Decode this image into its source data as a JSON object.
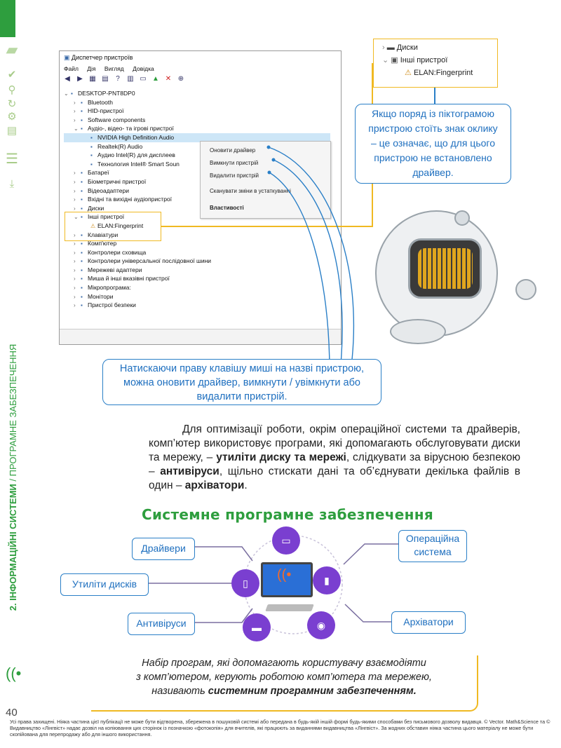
{
  "sidebar": {
    "section_number": "2.",
    "section_bold": "ІНФОРМАЦІЙНІ СИСТЕМИ",
    "section_rest": "/ ПРОГРАМНЕ ЗАБЕЗПЕЧЕННЯ",
    "page_number": "40"
  },
  "window": {
    "title": "Диспетчер пристроїв",
    "menu": [
      "Файл",
      "Дія",
      "Вигляд",
      "Довідка"
    ],
    "tree": [
      {
        "label": "DESKTOP-PNT8DP0",
        "level": 0,
        "arrow": "v"
      },
      {
        "label": "Bluetooth",
        "level": 1,
        "arrow": ">"
      },
      {
        "label": "HID-пристрої",
        "level": 1,
        "arrow": ">"
      },
      {
        "label": "Software components",
        "level": 1,
        "arrow": ">"
      },
      {
        "label": "Аудіо-, відео- та ігрові пристрої",
        "level": 1,
        "arrow": "v"
      },
      {
        "label": "NVIDIA High Definition Audio",
        "level": 2,
        "arrow": "",
        "selected": true
      },
      {
        "label": "Realtek(R) Audio",
        "level": 2,
        "arrow": ""
      },
      {
        "label": "Аудио Intel(R) для дисплеев",
        "level": 2,
        "arrow": ""
      },
      {
        "label": "Технология Intel® Smart Soun",
        "level": 2,
        "arrow": ""
      },
      {
        "label": "Батареї",
        "level": 1,
        "arrow": ">"
      },
      {
        "label": "Біометричні пристрої",
        "level": 1,
        "arrow": ">"
      },
      {
        "label": "Відеоадаптери",
        "level": 1,
        "arrow": ">"
      },
      {
        "label": "Вхідні та вихідні аудіопристрої",
        "level": 1,
        "arrow": ">"
      },
      {
        "label": "Диски",
        "level": 1,
        "arrow": ">"
      },
      {
        "label": "Інші пристрої",
        "level": 1,
        "arrow": "v"
      },
      {
        "label": "ELAN:Fingerprint",
        "level": 2,
        "arrow": ""
      },
      {
        "label": "Клавіатури",
        "level": 1,
        "arrow": ">"
      },
      {
        "label": "Комп'ютер",
        "level": 1,
        "arrow": ">"
      },
      {
        "label": "Контролери сховища",
        "level": 1,
        "arrow": ">"
      },
      {
        "label": "Контролери універсальної послідовної шини",
        "level": 1,
        "arrow": ">"
      },
      {
        "label": "Мережеві адаптери",
        "level": 1,
        "arrow": ">"
      },
      {
        "label": "Миша й інші вказівні пристрої",
        "level": 1,
        "arrow": ">"
      },
      {
        "label": "Мікропрограма:",
        "level": 1,
        "arrow": ">"
      },
      {
        "label": "Монітори",
        "level": 1,
        "arrow": ">"
      },
      {
        "label": "Пристрої безпеки",
        "level": 1,
        "arrow": ">"
      }
    ],
    "context_menu": {
      "update": "Оновити драйвер",
      "disable": "Вимкнути пристрій",
      "remove": "Видалити пристрій",
      "scan": "Сканувати зміни в устаткуванні",
      "properties": "Властивості"
    }
  },
  "zoom": {
    "disks": "Диски",
    "other": "Інші пристрої",
    "fingerprint": "ELAN:Fingerprint"
  },
  "callout_warning": "Якщо поряд із піктограмою пристрою стоїть знак оклику – це означає, що для цього пристрою не встановлено драйвер.",
  "callout_rightclick": "Натискаючи праву клавішу миші на назві пристрою, можна оновити драйвер, вимкнути / увімкнути або видалити пристрій.",
  "paragraph": {
    "p1": "Для оптимізації роботи, окрім операційної системи та драйверів, комп’ютер використовує програми, які допомагають обслуговувати диски та мережу, –",
    "b1": "утиліти диску та мережі",
    "p2": ", слідкувати за вірусною безпекою –",
    "b2": "антивіруси",
    "p3": ", щільно стискати дані та об’єднувати декілька файлів в один –",
    "b3": "архіватори",
    "p4": "."
  },
  "heading": "Системне програмне забезпечення",
  "diagram": {
    "drivers": "Драйвери",
    "os": "Операційна система",
    "disk_utils": "Утиліти дисків",
    "antivirus": "Антивіруси",
    "archivers": "Архіватори"
  },
  "definition": {
    "line1": "Набір програм, які допомагають користувачу взаємодіяти",
    "line2": "з комп’ютером, керують роботою комп’ютера та мережею,",
    "line3a": "називають",
    "line3b": "системним програмним забезпеченням",
    "line3c": "."
  },
  "footer": "Усі права захищені. Ніяка частина цієї публікації не може бути відтворена, збережена в пошуковій системі або передана в будь-якій іншій формі будь-якими способами без письмового дозволу видавця. © Vector. Math&Science та © Видавництво «Лінгвіст» надає дозвіл на копіювання цих сторінок із позначкою «фотокопія» для вчителів, які працюють за виданнями видавництва «Лінгвіст». За жодних обставин ніяка частина цього матеріалу не може бути скопійована для перепродажу або для іншого використання.",
  "colors": {
    "green": "#2e9e3e",
    "blue": "#2a7fc7",
    "yellow": "#f0b922",
    "purple": "#7a3fd0"
  }
}
